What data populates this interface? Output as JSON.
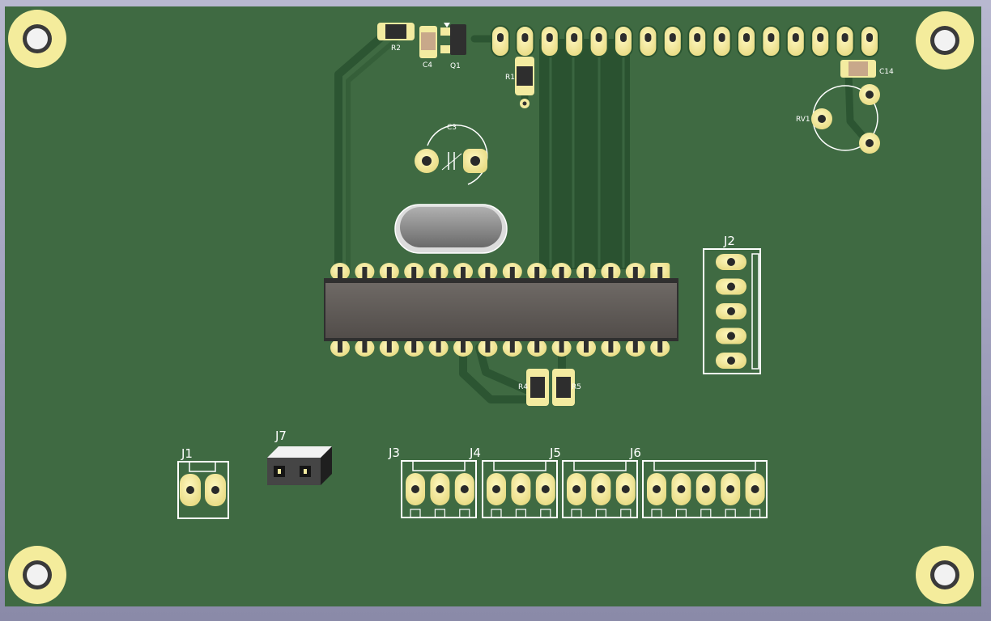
{
  "viewer": {
    "title": "3D Viewer",
    "background_top": "#b8b8d0",
    "background_bottom": "#8a8aa8"
  },
  "board": {
    "soldermask_color": "#3f6a42",
    "copper_pad_color": "#f3eba0",
    "track_color": "#2b5531",
    "silkscreen_color": "#ffffff",
    "mounting_holes": [
      "mounting-hole-tl",
      "mounting-hole-tr",
      "mounting-hole-bl",
      "mounting-hole-br"
    ]
  },
  "components": {
    "R1": "R1",
    "R2": "R2",
    "R4": "R4",
    "R5": "R5",
    "C3": "C3",
    "C4": "C4",
    "C14": "C14",
    "Q1": "Q1",
    "RV1": "RV1",
    "J1": "J1",
    "J2": "J2",
    "J3": "J3",
    "J4": "J4",
    "J5": "J5",
    "J6": "J6",
    "J7": "J7"
  },
  "ic": {
    "package": "DIP-28",
    "pins_per_side": 14
  },
  "header": {
    "pins": 16
  }
}
